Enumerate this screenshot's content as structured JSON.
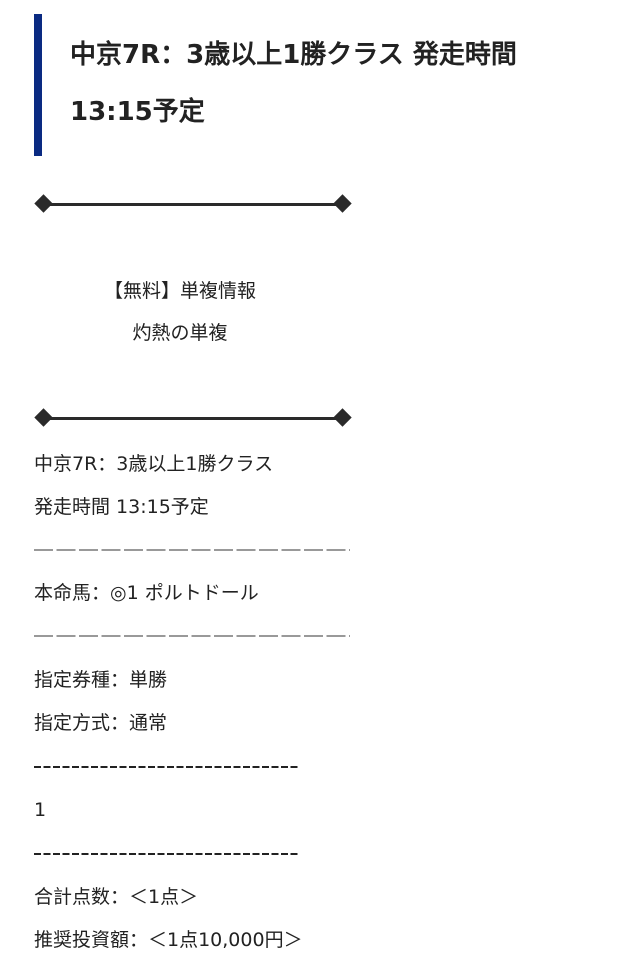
{
  "heading": {
    "line1": "中京7R：3歳以上1勝クラス 発走時間",
    "line2": "13:15予定",
    "accent_color": "#0a2a82"
  },
  "intro": {
    "line1": "【無料】単複情報",
    "line2": "灼熱の単複"
  },
  "race": {
    "name": "中京7R：3歳以上1勝クラス",
    "start": "発走時間 13:15予定"
  },
  "pick": "本命馬：◎1 ポルトドール",
  "bet": {
    "type": "指定券種：単勝",
    "method": "指定方式：通常",
    "numbers": "1",
    "total": "合計点数：＜1点＞",
    "amount": "推奨投資額：＜1点10,000円＞"
  }
}
